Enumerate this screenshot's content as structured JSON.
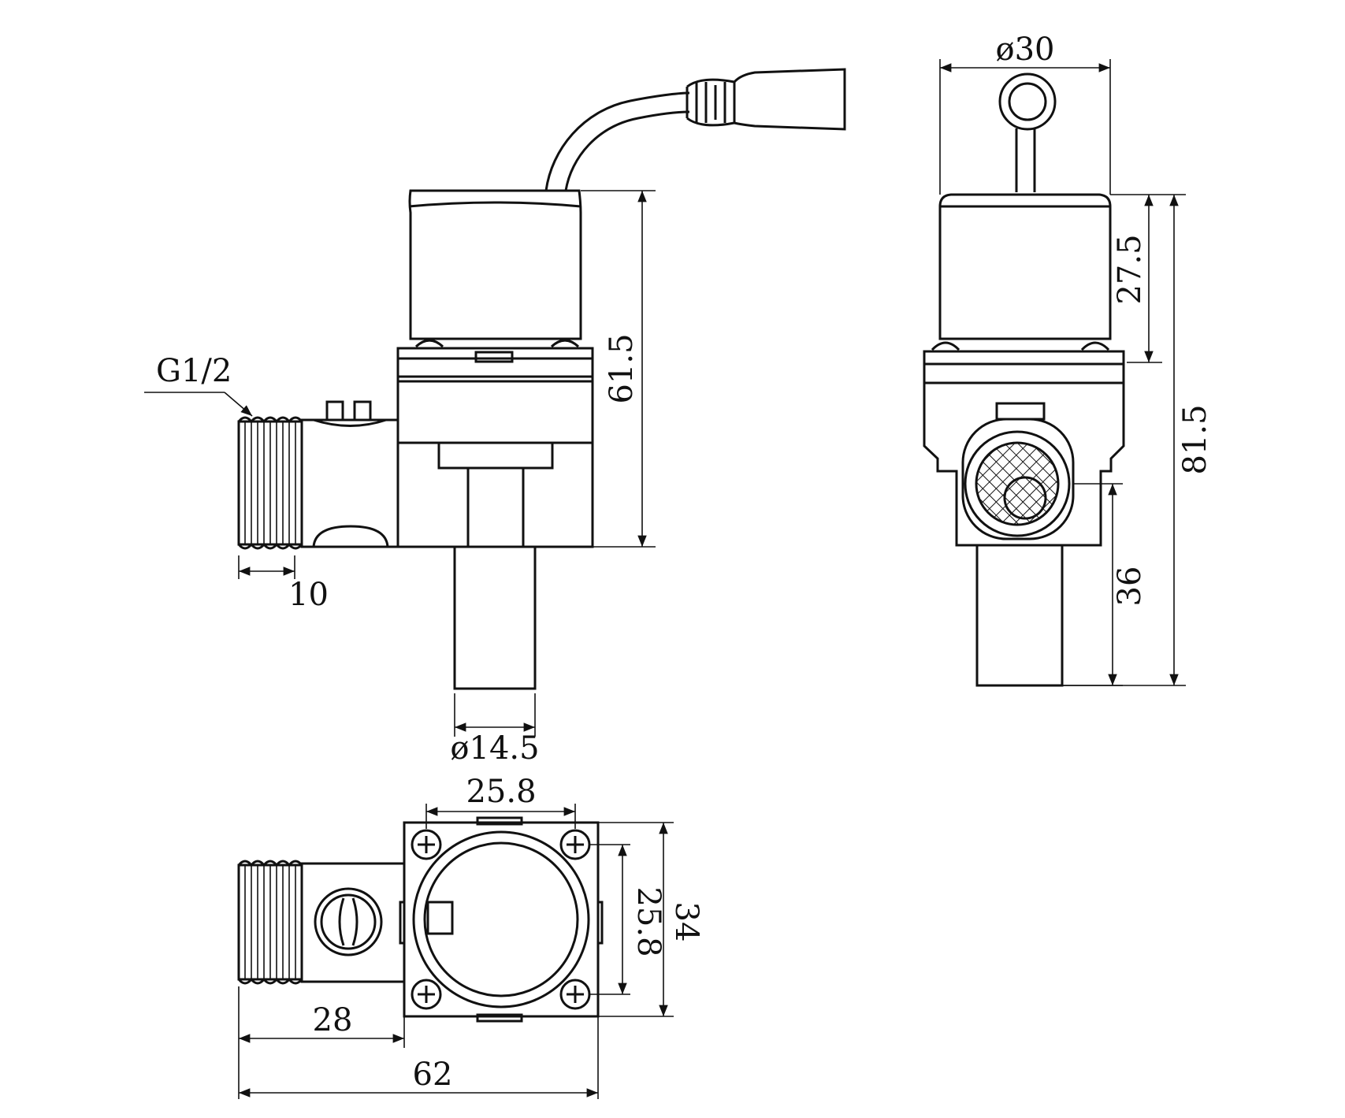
{
  "dimensions": {
    "thread": "G1/2",
    "thread_length": "10",
    "total_height_front": "61.5",
    "outlet_diameter": "ø14.5",
    "body_diameter": "ø30",
    "coil_height": "27.5",
    "total_height_side": "81.5",
    "outlet_height": "36",
    "hole_spacing_x": "25.8",
    "hole_spacing_y": "25.8",
    "body_width": "34",
    "inlet_length": "28",
    "overall_length": "62"
  },
  "colors": {
    "line": "#111111",
    "background": "#ffffff"
  }
}
